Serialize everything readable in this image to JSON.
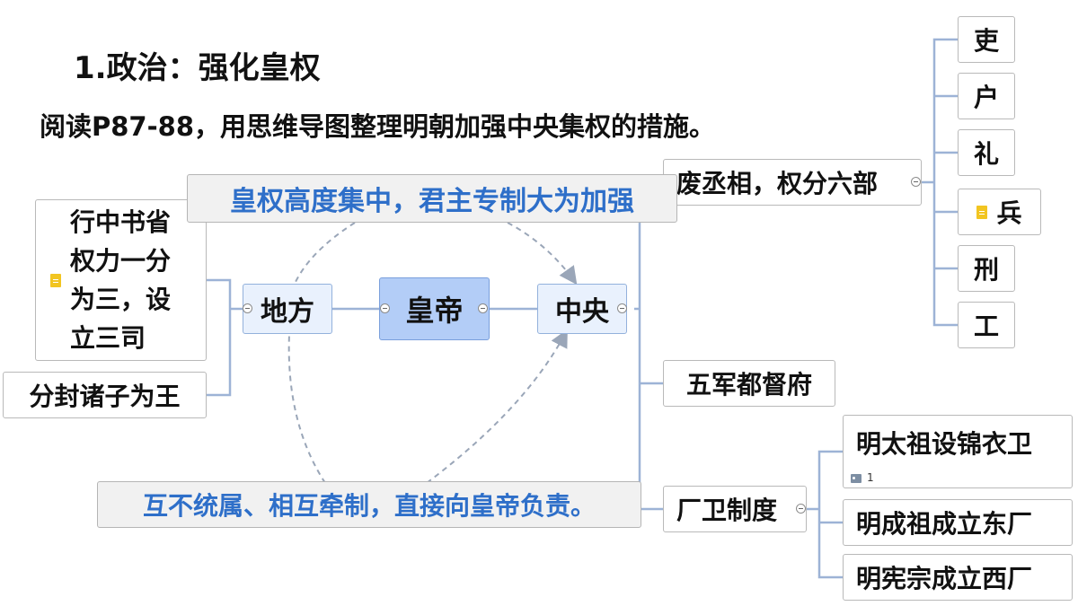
{
  "heading": {
    "title": "1.政治：强化皇权",
    "instruction": "阅读P87-88，用思维导图整理明朝加强中央集权的措施。"
  },
  "mindmap": {
    "center": "皇帝",
    "local": {
      "label": "地方",
      "items": [
        "行中书省权力一分为三，设立三司",
        "分封诸子为王"
      ]
    },
    "central": {
      "label": "中央",
      "abolish": "废丞相，权分六部",
      "ministries": [
        "吏",
        "户",
        "礼",
        "兵",
        "刑",
        "工"
      ],
      "military": "五军都督府",
      "changwei": {
        "label": "厂卫制度",
        "items": [
          "明太祖设锦衣卫",
          "明成祖成立东厂",
          "明宪宗成立西厂"
        ],
        "image_count": "1"
      }
    },
    "callouts": {
      "top": "皇权高度集中，君主专制大为加强",
      "bottom": "互不统属、相互牵制，直接向皇帝负责。"
    }
  },
  "colors": {
    "connector": "#9db3d6",
    "callout_text": "#2e6fc9",
    "center_fill": "#b3cdf7",
    "branch_fill": "#e9f1fd"
  }
}
